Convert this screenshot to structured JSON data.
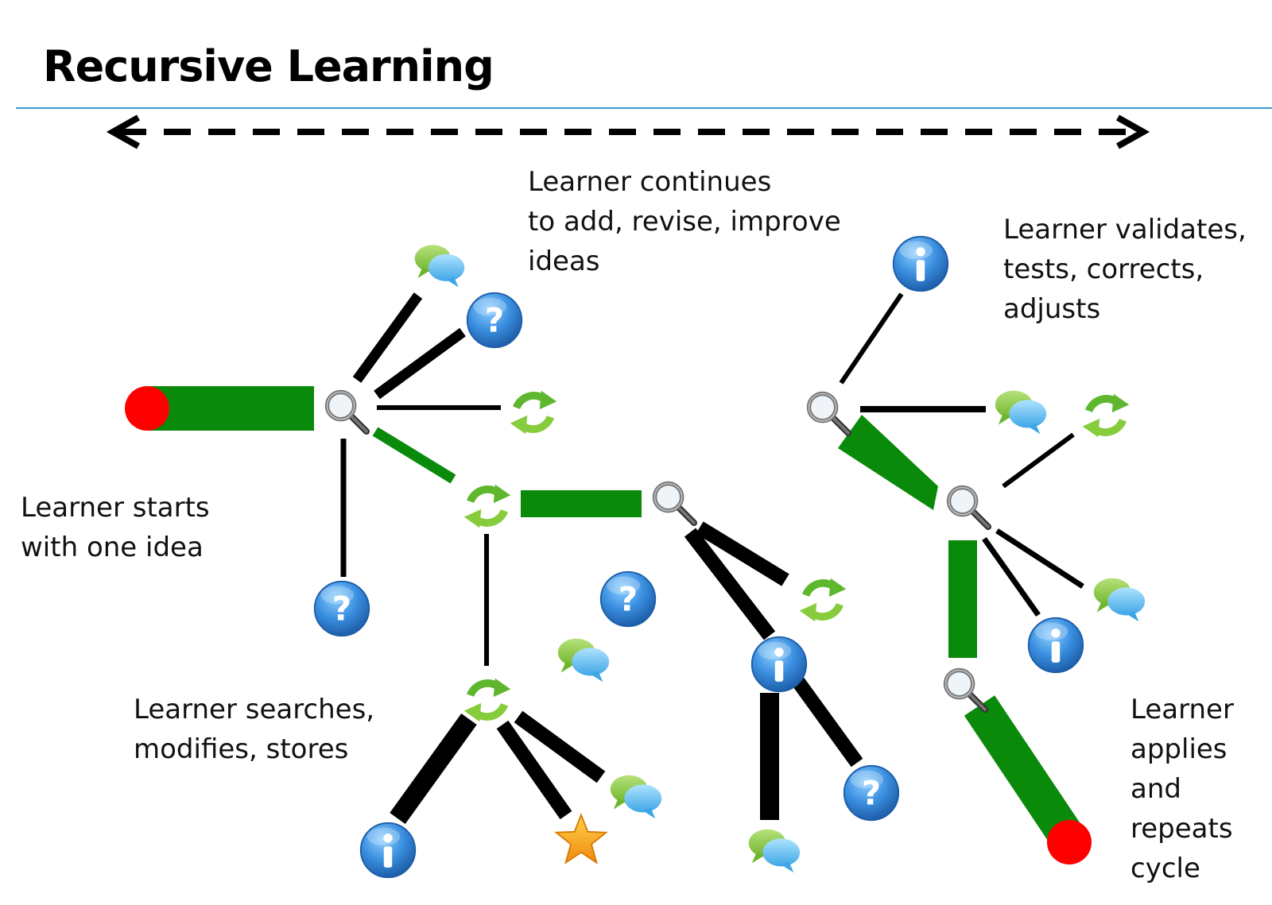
{
  "title": "Recursive Learning",
  "colors": {
    "path_green": "#0a8a0a",
    "branch_black": "#000000",
    "endpoint_red": "#ff0000",
    "rule_blue": "#3a9bd5",
    "info_blue": "#2f7fd0",
    "star_orange": "#f5a623"
  },
  "labels": {
    "start": "Learner starts\nwith one idea",
    "continues": "Learner continues\nto add, revise, improve\nideas",
    "validates": "Learner validates,\ntests, corrects,\nadjusts",
    "searches": "Learner searches,\nmodifies, stores",
    "applies": "Learner\napplies\nand\nrepeats\ncycle"
  },
  "icons": {
    "search": "magnifier-icon",
    "refresh": "refresh-icon",
    "question": "question-icon",
    "info": "info-icon",
    "chat": "chat-bubbles-icon",
    "star": "star-icon"
  }
}
